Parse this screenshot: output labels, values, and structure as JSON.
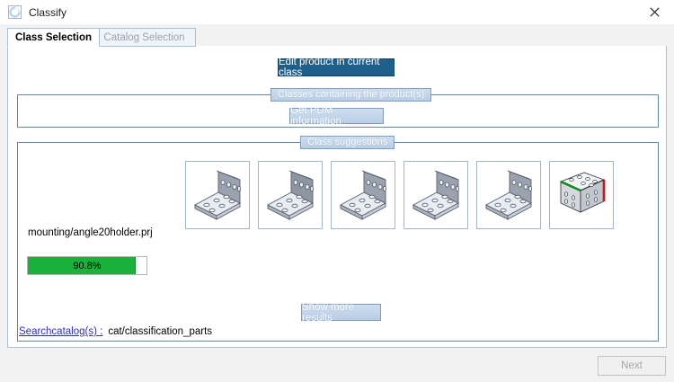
{
  "window": {
    "title": "Classify",
    "icon": "classify-circle-icon",
    "close_label": "✕"
  },
  "tabs": [
    {
      "label": "Class Selection",
      "active": true
    },
    {
      "label": "Catalog Selection",
      "active": false
    }
  ],
  "actions": {
    "edit_product": "Edit product in current class",
    "get_pdm": "Get PDM information",
    "show_more": "Show more results"
  },
  "groups": {
    "classes_containing": "Classes containing the product(s)",
    "class_suggestions": "Class suggestions"
  },
  "result": {
    "filename": "mounting/angle20holder.prj",
    "match_label": "90.8%",
    "match_percent": 90.8
  },
  "thumbnails": [
    {
      "name": "angle-bracket-thumb-1",
      "variant": "gray"
    },
    {
      "name": "angle-bracket-thumb-2",
      "variant": "gray"
    },
    {
      "name": "angle-bracket-thumb-3",
      "variant": "gray"
    },
    {
      "name": "angle-bracket-thumb-4",
      "variant": "gray"
    },
    {
      "name": "angle-bracket-thumb-5",
      "variant": "gray"
    },
    {
      "name": "angle-bracket-thumb-6",
      "variant": "colored"
    }
  ],
  "search": {
    "link_label": "Searchcatalog(s) :",
    "catalog_value": "cat/classification_parts"
  },
  "footer": {
    "next_label": "Next"
  },
  "colors": {
    "accent_dark": "#1f5f8b",
    "accent_light": "#b8cde4",
    "progress_green": "#1ab13c",
    "link_blue": "#2b2bc8",
    "border_blue": "#5c8aa8"
  }
}
